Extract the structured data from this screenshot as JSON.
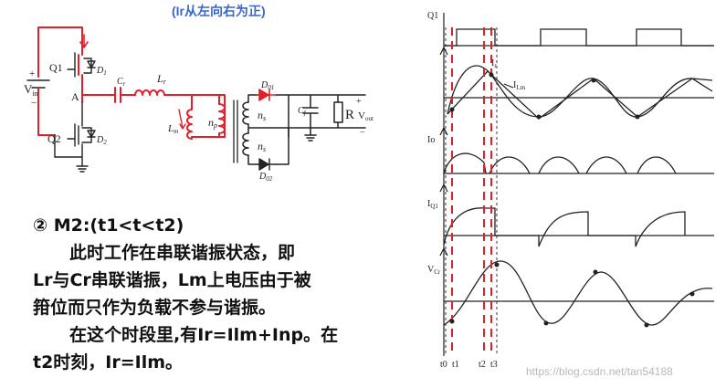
{
  "header": {
    "note": "(Ir从左向右为正)"
  },
  "circuit": {
    "labels": {
      "vin": "V",
      "vin_sub": "in",
      "vin_plus": "+",
      "vin_minus": "−",
      "q1": "Q1",
      "d1": "D",
      "d1_sub": "1",
      "q2": "Q2",
      "d2": "D",
      "d2_sub": "2",
      "node_a": "A",
      "cr": "C",
      "cr_sub": "r",
      "lr": "L",
      "lr_sub": "r",
      "lm": "L",
      "lm_sub": "m",
      "np": "n",
      "np_sub": "p",
      "ns1": "n",
      "ns1_sub": "s",
      "ns2": "n",
      "ns2_sub": "s",
      "d01": "D",
      "d01_sub": "01",
      "d02": "D",
      "d02_sub": "02",
      "cf": "C",
      "cf_sub": "f",
      "r": "R",
      "vout": "V",
      "vout_sub": "out",
      "vout_plus": "+",
      "vout_minus": "−"
    },
    "colors": {
      "primary_loop": "#e0202a",
      "components": "#222222"
    }
  },
  "text": {
    "heading": "② M2:(t1<t<t2)",
    "para1_line1": "此时工作在串联谐振状态，即",
    "para1_line2": "Lr与Cr串联谐振，Lm上电压由于被",
    "para1_line3": "箝位而只作为负载不参与谐振。",
    "para2_line1": "在这个时段里,有Ir=Ilm+Inp。在",
    "para2_line2": "t2时刻，Ir=Ilm。"
  },
  "waveforms": {
    "labels": {
      "q1": "Q1",
      "ir": "I",
      "ir_sub": "r",
      "ilm": "I",
      "ilm_sub": "Lm",
      "io": "Io",
      "iq1": "I",
      "iq1_sub": "Q1",
      "vcr": "V",
      "vcr_sub": "Cr"
    },
    "time_labels": [
      "t0",
      "t1",
      "t2",
      "t3"
    ],
    "marker_color": "#e0202a"
  },
  "watermark": "https://blog.csdn.net/tan54188"
}
